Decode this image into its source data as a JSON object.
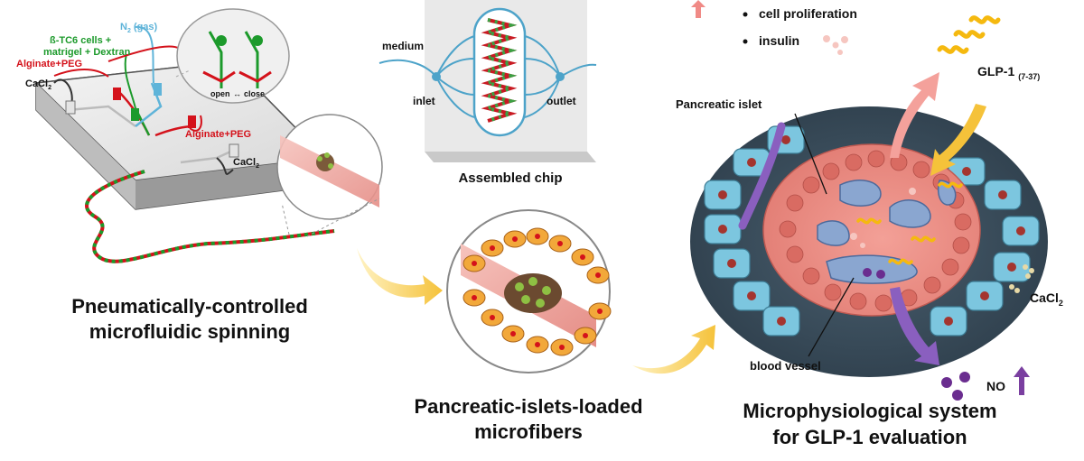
{
  "panel1": {
    "caption_line1": "Pneumatically-controlled",
    "caption_line2": "microfluidic spinning",
    "label_n2": "N",
    "label_n2_sub": "2",
    "label_n2_suffix": " (gas)",
    "label_cells_line1": "ß-TC6 cells +",
    "label_cells_line2": "matrigel + Dextran",
    "label_alginate_left": "Alginate+PEG",
    "label_alginate_right": "Alginate+PEG",
    "label_cacl2_left": "CaCl",
    "label_cacl2_left_sub": "2",
    "label_cacl2_right": "CaCl",
    "label_cacl2_right_sub": "2",
    "valve_open": "open",
    "valve_close": "close"
  },
  "panel2": {
    "label_medium": "medium",
    "label_inlet": "inlet",
    "label_outlet": "outlet",
    "caption_chip": "Assembled chip",
    "caption_line1": "Pancreatic-islets-loaded",
    "caption_line2": "microfibers"
  },
  "panel3": {
    "bullet_1": "cell proliferation",
    "bullet_2": "insulin",
    "label_glp": "GLP-1",
    "label_glp_sub": "(7-37)",
    "label_islet": "Pancreatic islet",
    "label_vessel": "blood vessel",
    "label_cacl2": "CaCl",
    "label_cacl2_sub": "2",
    "label_no": "NO",
    "caption_line1": "Microphysiological system",
    "caption_line2": "for GLP-1 evaluation"
  },
  "colors": {
    "alginate": "#d4121b",
    "cells": "#1c9a2b",
    "gas": "#5fb4d9",
    "fiber_pink": "#f2a7a0",
    "islet_cell": "#ee8a80",
    "acinar_blue": "#7cc6df",
    "arrow_yellow": "#f7c948",
    "no_purple": "#7a3fa0",
    "up_arrow_pink": "#f08a86"
  }
}
